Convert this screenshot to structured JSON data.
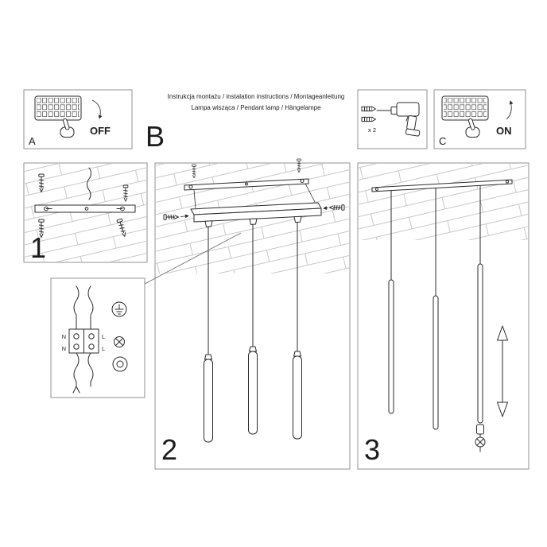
{
  "colors": {
    "background": "#ffffff",
    "line": "#2b2b2b",
    "panel_border": "#909090",
    "hatch": "#c8c8c8"
  },
  "header": {
    "instructions_line1": "Instrukcja montażu / instalation instructions / Montageanleitung",
    "instructions_line2": "Lampa wisząca / Pendant lamp / Hängelampe",
    "section_label": "B",
    "power_off": {
      "label": "A",
      "state": "OFF"
    },
    "power_on": {
      "label": "C",
      "state": "ON"
    },
    "drill": {
      "quantity": "x 2"
    }
  },
  "steps": {
    "one": "1",
    "two": "2",
    "three": "3"
  },
  "wiring": {
    "n_top": "N",
    "l_top": "L",
    "n_bottom": "N",
    "l_bottom": "L"
  }
}
